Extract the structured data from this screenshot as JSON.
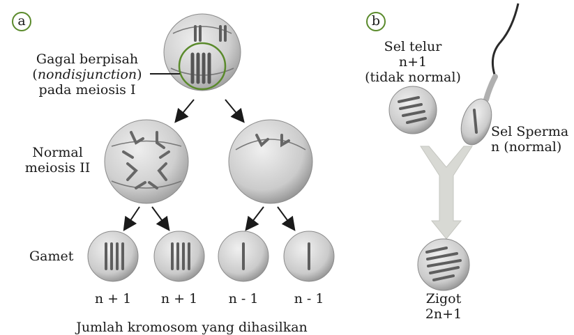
{
  "panel_a": {
    "badge": "a",
    "nondisjunction_label": {
      "line1": "Gagal berpisah",
      "line2_open": "(",
      "line2_italic": "nondisjunction",
      "line2_close": ")",
      "line3": "pada meiosis I"
    },
    "normal_label": {
      "line1": "Normal",
      "line2": "meiosis II"
    },
    "gamet_label": "Gamet",
    "gamete_counts": [
      "n + 1",
      "n + 1",
      "n - 1",
      "n - 1"
    ],
    "caption": "Jumlah kromosom yang dihasilkan"
  },
  "panel_b": {
    "badge": "b",
    "egg_label": {
      "line1": "Sel telur",
      "line2": "n+1",
      "line3": "(tidak normal)"
    },
    "sperm_label": {
      "line1": "Sel Sperma",
      "line2": "n (normal)"
    },
    "zygote_label": {
      "line1": "Zigot",
      "line2": "2n+1"
    }
  },
  "colors": {
    "badge_ring": "#5a8a2b",
    "cell_fill": "#c9c9c9",
    "chromosome": "#6e6e6e",
    "arrow": "#1a1a1a",
    "fusion_arrow": "#d6d8d2"
  }
}
